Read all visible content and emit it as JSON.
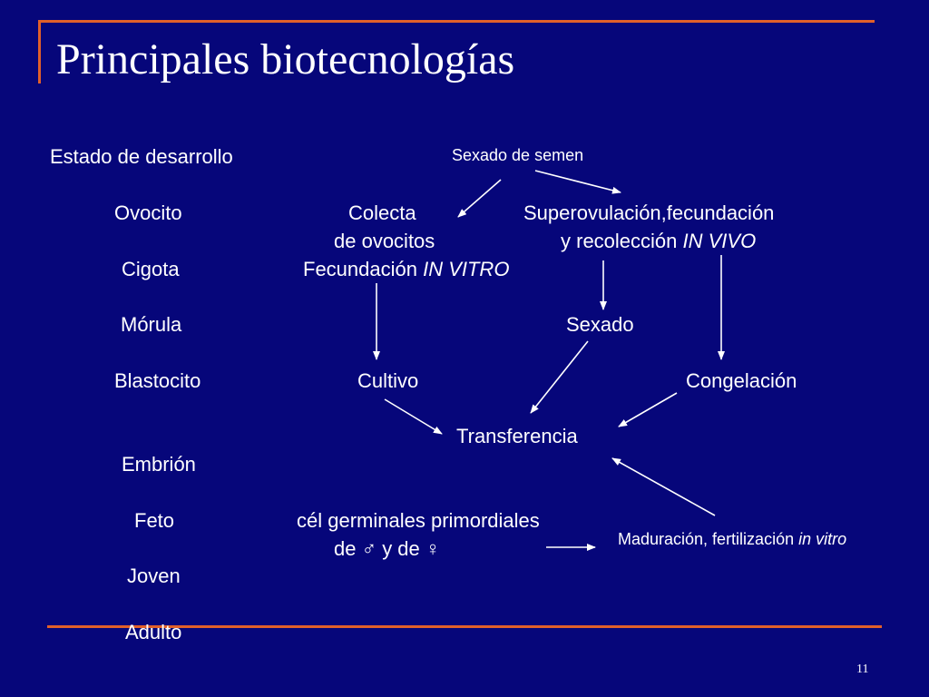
{
  "slide": {
    "title": "Principales biotecnologías",
    "page_number": "11"
  },
  "stages": {
    "header": "Estado de desarrollo",
    "items": [
      "Ovocito",
      "Cigota",
      "Mórula",
      "Blastocito",
      "Embrión",
      "Feto",
      "Joven",
      "Adulto"
    ]
  },
  "diagram": {
    "sexado_semen": "Sexado de semen",
    "colecta_1": "Colecta",
    "colecta_2": "de ovocitos",
    "fecundacion": "Fecundación ",
    "in_vitro_caps": "IN VITRO",
    "superov_1": "Superovulación,fecundación",
    "superov_2": "y recolección ",
    "in_vivo": "IN VIVO",
    "sexado": "Sexado",
    "cultivo": "Cultivo",
    "congelacion": "Congelación",
    "transferencia": "Transferencia",
    "celulas_1": "cél germinales primordiales",
    "celulas_2": "de ♂ y de ♀",
    "maduracion": "Maduración, fertilización ",
    "in_vitro": "in vitro"
  },
  "colors": {
    "background": "#06067a",
    "text": "#ffffff",
    "accent": "#e0602a"
  }
}
